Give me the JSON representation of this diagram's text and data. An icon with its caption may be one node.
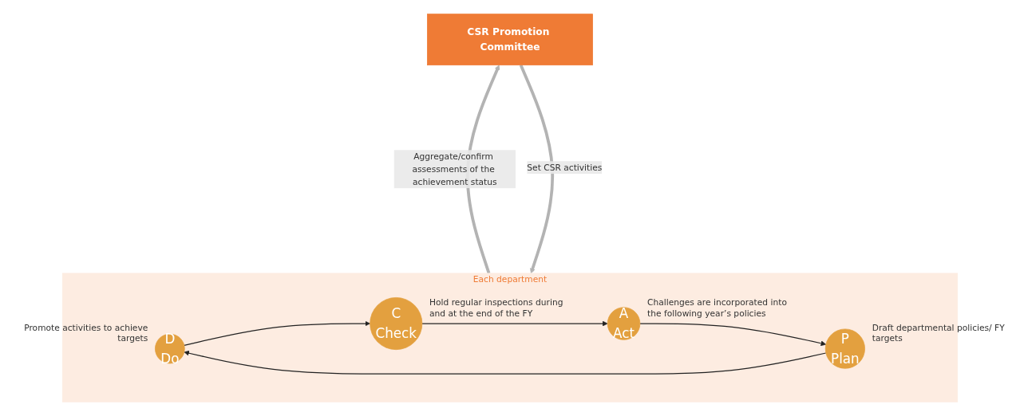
{
  "diagram": {
    "nodes": [
      {
        "text": [
          "CSR Promotion Committee"
        ]
      },
      {
        "text": [
          "Each department"
        ]
      },
      {
        "text": [
          "D",
          "Do"
        ],
        "in": 1,
        "beside": [
          "Promote activities to achieve targets"
        ]
      },
      {
        "text": [
          "C",
          "Check"
        ],
        "in": 1,
        "beside": [
          "Hold regular inspections during and at the end of the FY"
        ]
      },
      {
        "text": [
          "P",
          "Plan"
        ],
        "in": 1,
        "beside": [
          "Draft departmental policies/ FY targets"
        ]
      },
      {
        "text": [
          "A",
          "Act"
        ],
        "in": 1,
        "beside": [
          "Challenges are incorporated into the following year’s policies"
        ]
      }
    ],
    "edges": [
      {
        "from": 0,
        "to": 1,
        "arrow": "to",
        "label": "Set CSR activities",
        "style": "thick",
        "color": "#b3b3b3"
      },
      {
        "from": 1,
        "to": 0,
        "arrow": "to",
        "label": "Aggregate/confirm assessments of the achievement status",
        "style": "thick",
        "color": "#b3b3b3"
      },
      {
        "from": 4,
        "to": 2,
        "arrow": "to"
      },
      {
        "from": 2,
        "to": 3,
        "arrow": "to"
      },
      {
        "from": 3,
        "to": 5,
        "arrow": "to"
      },
      {
        "from": 5,
        "to": 4,
        "arrow": "to"
      }
    ]
  }
}
